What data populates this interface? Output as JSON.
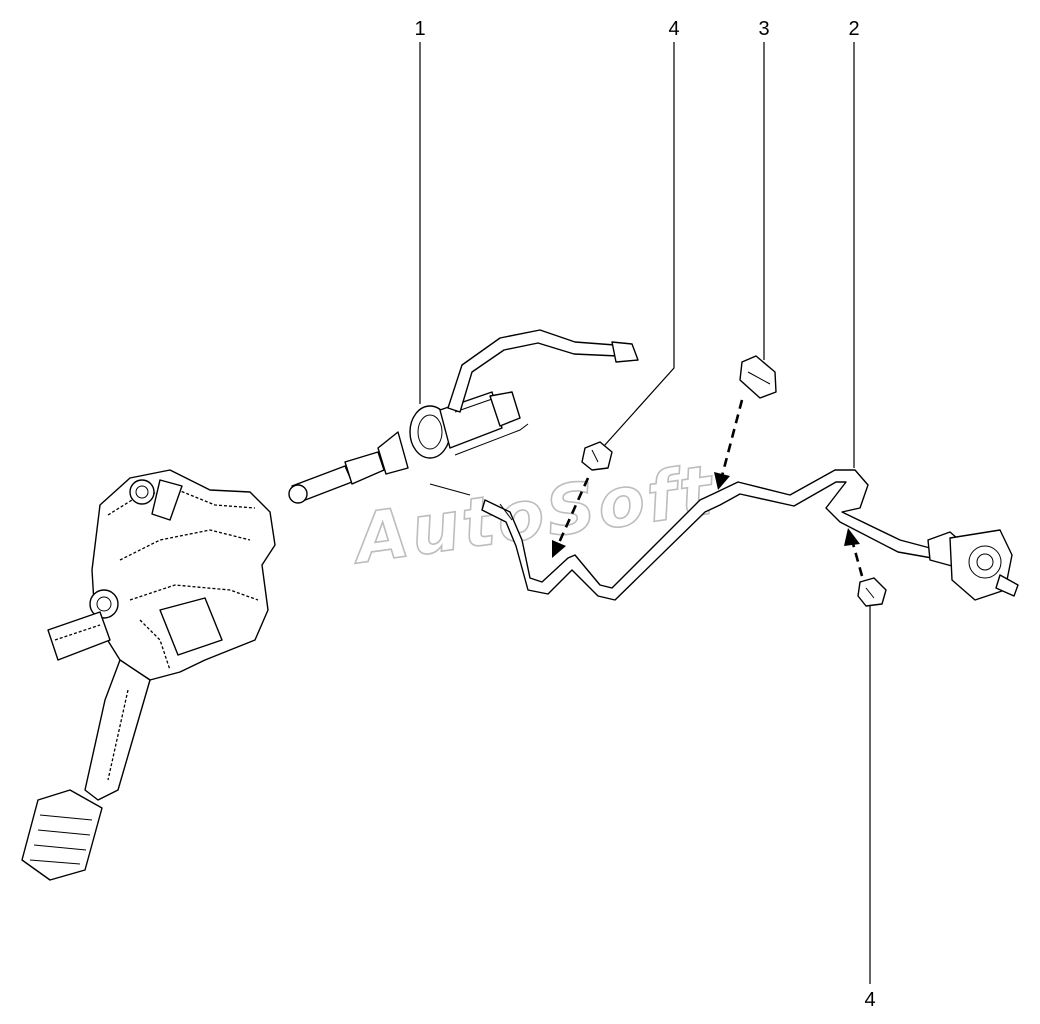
{
  "callouts": {
    "label_1": "1",
    "label_4_top": "4",
    "label_3": "3",
    "label_2": "2",
    "label_4_bottom": "4"
  },
  "watermark": {
    "text": "AutoSoft"
  },
  "colors": {
    "line": "#000000",
    "background": "#ffffff",
    "watermark": "#bdbdbd",
    "accent_dash": "#5a6ad6"
  }
}
